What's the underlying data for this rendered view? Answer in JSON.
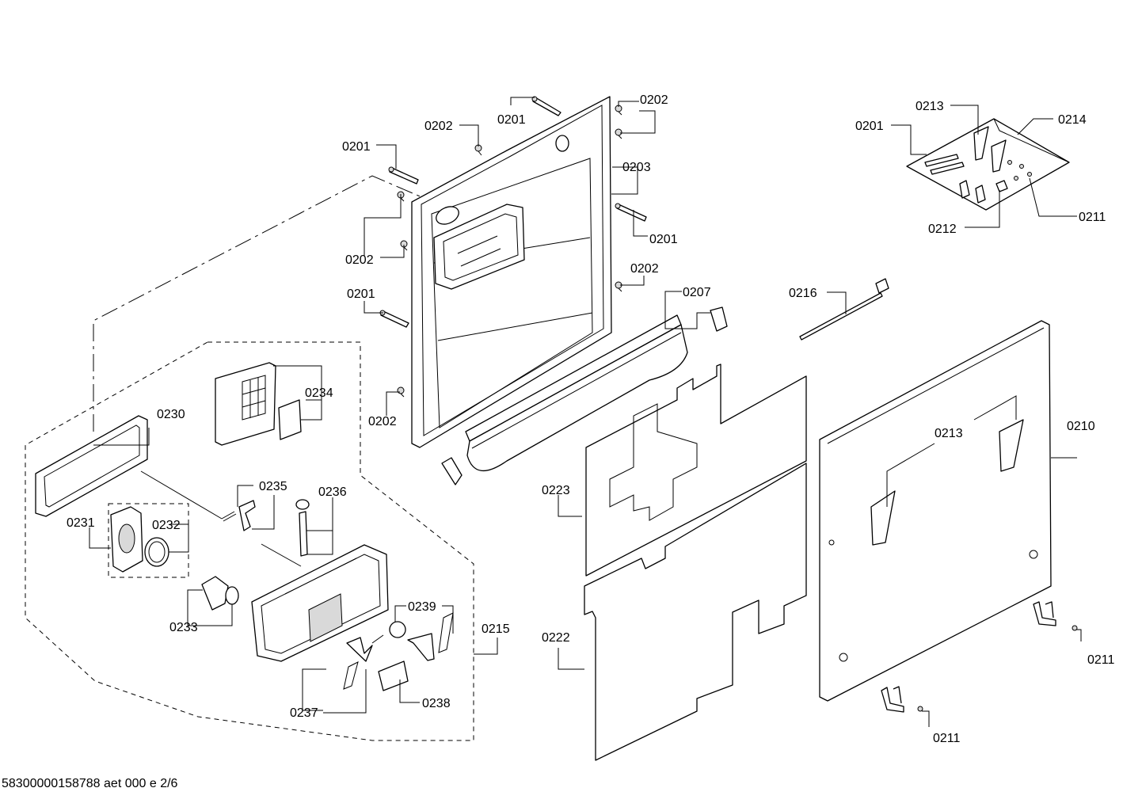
{
  "footer": "58300000158788 aet 000 e 2/6",
  "labels": {
    "l0201a": "0201",
    "l0201b": "0201",
    "l0201c": "0201",
    "l0201d": "0201",
    "l0201e": "0201",
    "l0202a": "0202",
    "l0202b": "0202",
    "l0202c": "0202",
    "l0202d": "0202",
    "l0202e": "0202",
    "l0203": "0203",
    "l0207": "0207",
    "l0210": "0210",
    "l0211a": "0211",
    "l0211b": "0211",
    "l0211c": "0211",
    "l0212": "0212",
    "l0213a": "0213",
    "l0213b": "0213",
    "l0214": "0214",
    "l0215": "0215",
    "l0216": "0216",
    "l0222": "0222",
    "l0223": "0223",
    "l0230": "0230",
    "l0231": "0231",
    "l0232": "0232",
    "l0233": "0233",
    "l0234": "0234",
    "l0235": "0235",
    "l0236": "0236",
    "l0237": "0237",
    "l0238": "0238",
    "l0239": "0239"
  }
}
